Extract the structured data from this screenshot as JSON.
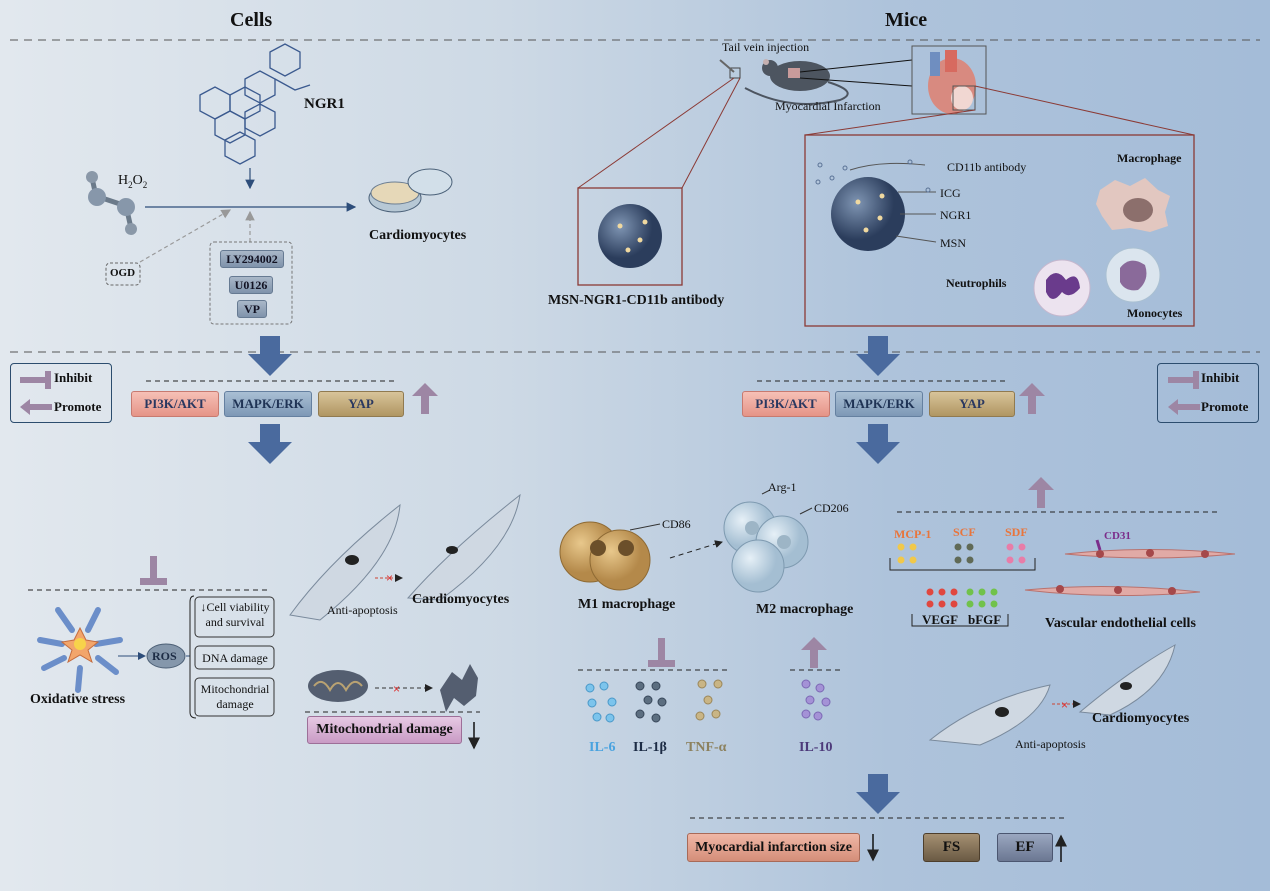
{
  "headers": {
    "cells": "Cells",
    "mice": "Mice"
  },
  "top_left": {
    "ngr1": "NGR1",
    "h2o2": "H",
    "h2o2_sub": "2",
    "h2o2_o": "O",
    "h2o2_sub2": "2",
    "ogd": "OGD",
    "cardiomyocytes": "Cardiomyocytes",
    "inhibitors": [
      "LY294002",
      "U0126",
      "VP"
    ]
  },
  "top_right": {
    "tail_vein": "Tail vein injection",
    "mi": "Myocardial Infarction",
    "msn_label": "MSN-NGR1-CD11b antibody",
    "cd11b": "CD11b antibody",
    "icg": "ICG",
    "ngr1": "NGR1",
    "msn": "MSN",
    "macrophage": "Macrophage",
    "neutrophils": "Neutrophils",
    "monocytes": "Monocytes"
  },
  "legend": {
    "inhibit": "Inhibit",
    "promote": "Promote"
  },
  "pathways": {
    "pi3k": "PI3K/AKT",
    "mapk": "MAPK/ERK",
    "yap": "YAP"
  },
  "bottom_left": {
    "anti_apoptosis": "Anti-apoptosis",
    "cardiomyocytes": "Cardiomyocytes",
    "oxidative": "Oxidative stress",
    "ros": "ROS",
    "cell_viability_1": "Cell viability",
    "cell_viability_2": "and survival",
    "dna": "DNA damage",
    "mito_1": "Mitochondrial",
    "mito_2": "damage",
    "mito_damage": "Mitochondrial damage"
  },
  "bottom_mid": {
    "arg1": "Arg-1",
    "cd206": "CD206",
    "cd86": "CD86",
    "m1": "M1 macrophage",
    "m2": "M2 macrophage",
    "il6": "IL-6",
    "il1b": "IL-1β",
    "tnfa": "TNF-α",
    "il10": "IL-10",
    "mi_size": "Myocardial infarction size",
    "fs": "FS",
    "ef": "EF"
  },
  "bottom_right": {
    "mcp1": "MCP-1",
    "scf": "SCF",
    "sdf": "SDF",
    "vegf": "VEGF",
    "bfgf": "bFGF",
    "cd31": "CD31",
    "vascular": "Vascular endothelial cells",
    "cardiomyocytes": "Cardiomyocytes",
    "anti_apoptosis": "Anti-apoptosis"
  },
  "colors": {
    "arrow_blue": "#4f6fa0",
    "promote_purple": "#9d86a4",
    "dark_red": "#8b3a35",
    "il6": "#5aa7dd",
    "il1b": "#475868",
    "tnfa": "#b9a57c",
    "il10": "#8f7fc4"
  }
}
